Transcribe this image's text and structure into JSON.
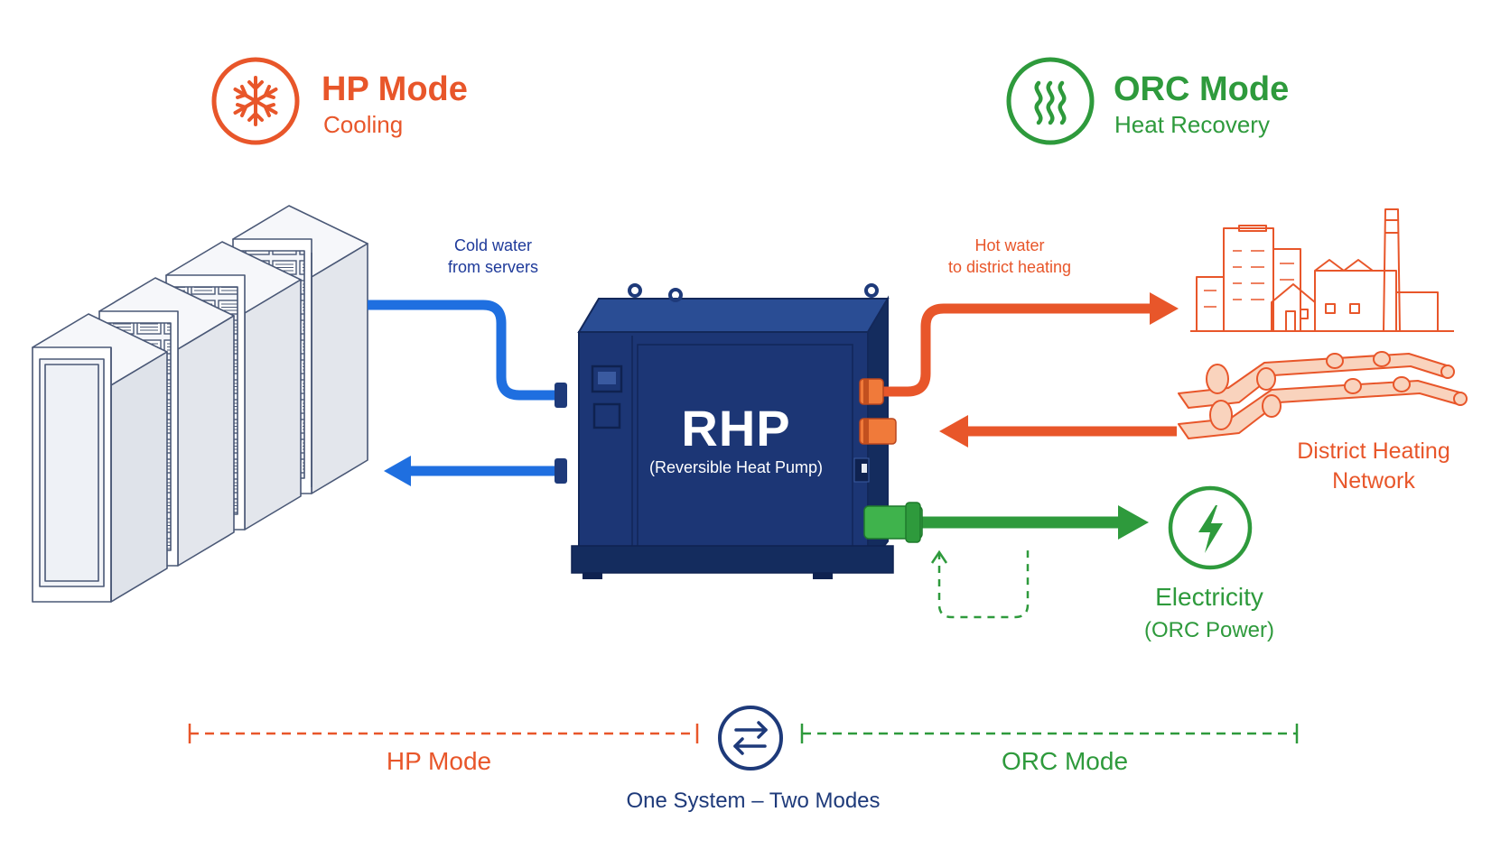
{
  "colors": {
    "orange": "#e8562a",
    "green": "#2e9a3c",
    "blue": "#1f6fe0",
    "navy": "#1e3a7a",
    "rhp_body": "#1c3675",
    "rack_line": "#4a5876"
  },
  "hp_mode": {
    "icon": "snowflake-icon",
    "title": "HP Mode",
    "subtitle": "Cooling"
  },
  "orc_mode": {
    "icon": "heat-waves-icon",
    "title": "ORC Mode",
    "subtitle": "Heat Recovery"
  },
  "flows": {
    "cold_water": {
      "line1": "Cold water",
      "line2": "from servers"
    },
    "hot_water": {
      "line1": "Hot water",
      "line2": "to district heating"
    }
  },
  "rhp": {
    "title": "RHP",
    "subtitle": "(Reversible Heat Pump)"
  },
  "district": {
    "line1": "District Heating",
    "line2": "Network"
  },
  "electricity": {
    "icon": "lightning-bolt-icon",
    "line1": "Electricity",
    "line2": "(ORC Power)"
  },
  "footer": {
    "hp_label": "HP Mode",
    "orc_label": "ORC Mode",
    "switch_icon": "swap-arrows-icon",
    "caption": "One System – Two Modes"
  }
}
